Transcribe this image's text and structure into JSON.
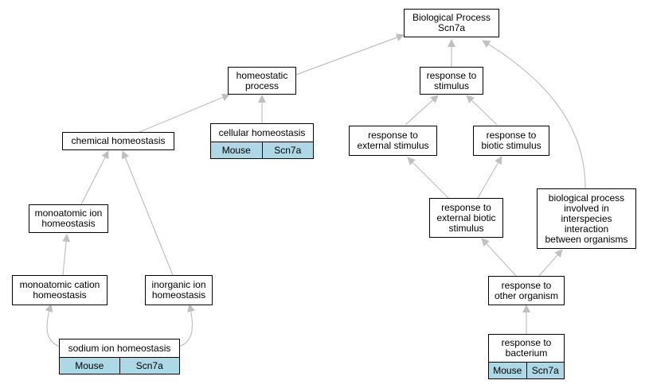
{
  "diagram": {
    "root": {
      "lines": [
        "Biological Process",
        "Scn7a"
      ]
    },
    "homeostatic_process": {
      "lines": [
        "homeostatic",
        "process"
      ]
    },
    "response_to_stimulus": {
      "lines": [
        "response to",
        "stimulus"
      ]
    },
    "chemical_homeostasis": {
      "lines": [
        "chemical homeostasis"
      ]
    },
    "cellular_homeostasis": {
      "lines": [
        "cellular homeostasis"
      ],
      "annotation": [
        "Mouse",
        "Scn7a"
      ]
    },
    "response_to_external_stimulus": {
      "lines": [
        "response to",
        "external stimulus"
      ]
    },
    "response_to_biotic_stimulus": {
      "lines": [
        "response to",
        "biotic stimulus"
      ]
    },
    "monoatomic_ion_homeostasis": {
      "lines": [
        "monoatomic ion",
        "homeostasis"
      ]
    },
    "response_to_external_biotic_stimulus": {
      "lines": [
        "response to",
        "external biotic",
        "stimulus"
      ]
    },
    "bp_interspecies": {
      "lines": [
        "biological process",
        "involved in",
        "interspecies",
        "interaction",
        "between organisms"
      ]
    },
    "monoatomic_cation_homeostasis": {
      "lines": [
        "monoatomic cation",
        "homeostasis"
      ]
    },
    "inorganic_ion_homeostasis": {
      "lines": [
        "inorganic ion",
        "homeostasis"
      ]
    },
    "response_to_other_organism": {
      "lines": [
        "response to",
        "other organism"
      ]
    },
    "sodium_ion_homeostasis": {
      "lines": [
        "sodium ion homeostasis"
      ],
      "annotation": [
        "Mouse",
        "Scn7a"
      ]
    },
    "response_to_bacterium": {
      "lines": [
        "response to",
        "bacterium"
      ],
      "annotation": [
        "Mouse",
        "Scn7a"
      ]
    }
  },
  "colors": {
    "edge": "#c0c0c0",
    "annotation_fill": "#add8e6",
    "node_border": "#000000"
  }
}
